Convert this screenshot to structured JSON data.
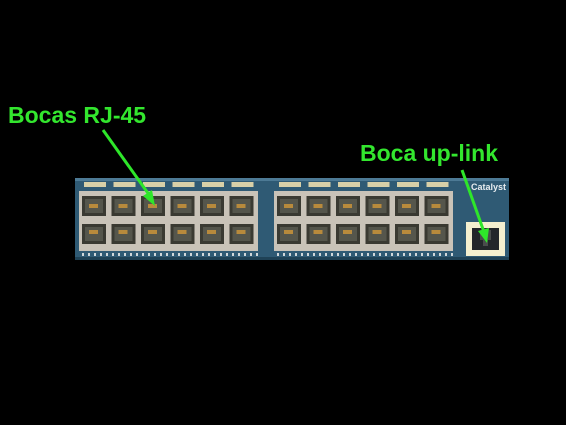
{
  "labels": {
    "rj45": "Bocas RJ-45",
    "uplink": "Boca up-link"
  },
  "brand_text": "Catalyst",
  "colors": {
    "background": "#000000",
    "label": "#33e62e",
    "arrow": "#2ee62a",
    "chassis": "#2f5a74",
    "port_frame": "#c9c3b8",
    "port_hole": "#3a3a32",
    "led": "#b88a3c",
    "uplink_frame": "#f4efcf"
  },
  "icons": {
    "arrow": "callout-arrow",
    "port": "rj45-port-icon"
  }
}
